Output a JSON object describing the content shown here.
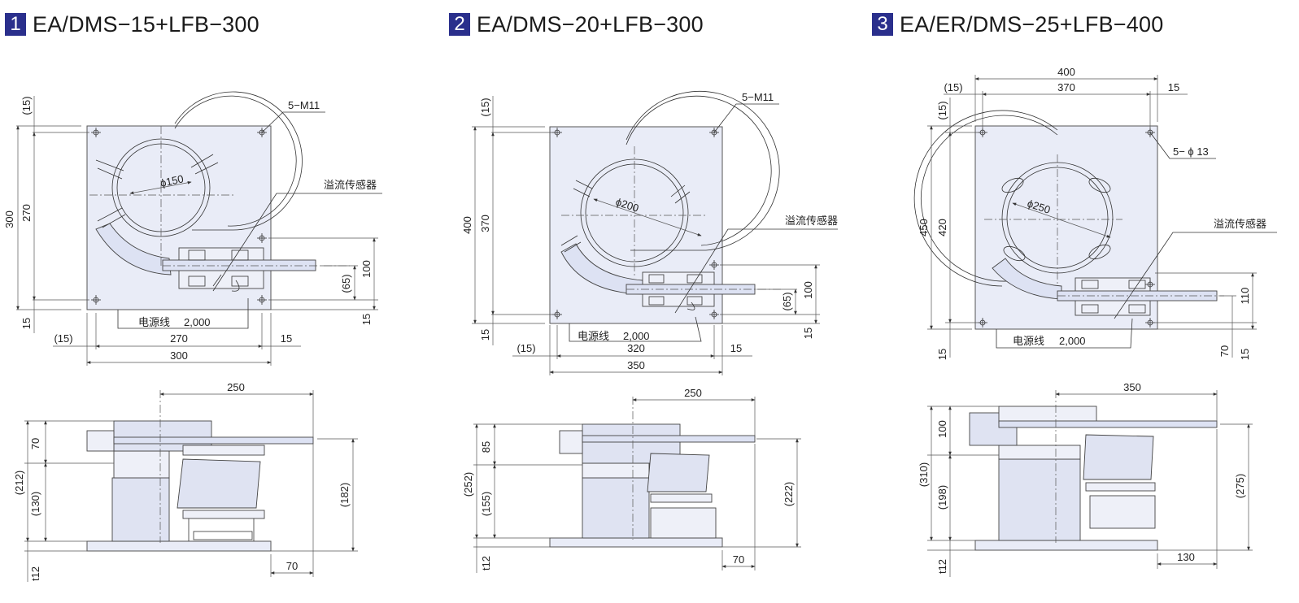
{
  "units": [
    {
      "number": "1",
      "model": "EA/DMS−15+LFB−300",
      "top": {
        "bolt_label": "5−M11",
        "bowl_dia": "ϕ150",
        "sensor_label": "溢流传感器",
        "cable_label": "电源线",
        "cable_len": "2,000",
        "dim_left_outer": "300",
        "dim_left_inner": "270",
        "dim_left_top": "(15)",
        "dim_left_bottom": "15",
        "dim_bottom_offset": "(15)",
        "dim_bottom_inner": "270",
        "dim_bottom_right": "15",
        "dim_bottom_outer": "300",
        "dim_right_100": "100",
        "dim_right_65": "(65)",
        "dim_right_15": "15"
      },
      "side": {
        "dim_top": "250",
        "dim_left_total": "(212)",
        "dim_left_70": "70",
        "dim_left_130": "(130)",
        "dim_left_t12": "t12",
        "dim_right": "(182)",
        "dim_bottom": "70"
      }
    },
    {
      "number": "2",
      "model": "EA/DMS−20+LFB−300",
      "top": {
        "bolt_label": "5−M11",
        "bowl_dia": "ϕ200",
        "sensor_label": "溢流传感器",
        "cable_label": "电源线",
        "cable_len": "2,000",
        "dim_left_outer": "400",
        "dim_left_inner": "370",
        "dim_left_top": "(15)",
        "dim_left_bottom": "15",
        "dim_bottom_offset": "(15)",
        "dim_bottom_inner": "320",
        "dim_bottom_right": "15",
        "dim_bottom_outer": "350",
        "dim_right_100": "100",
        "dim_right_65": "(65)",
        "dim_right_15": "15"
      },
      "side": {
        "dim_top": "250",
        "dim_left_total": "(252)",
        "dim_left_85": "85",
        "dim_left_155": "(155)",
        "dim_left_t12": "t12",
        "dim_right": "(222)",
        "dim_bottom": "70"
      }
    },
    {
      "number": "3",
      "model": "EA/ER/DMS−25+LFB−400",
      "top": {
        "bolt_label": "5− ϕ 13",
        "bowl_dia": "ϕ250",
        "sensor_label": "溢流传感器",
        "cable_label": "电源线",
        "cable_len": "2,000",
        "dim_top_outer": "400",
        "dim_top_inner": "370",
        "dim_top_left": "(15)",
        "dim_top_right": "15",
        "dim_left_outer": "450",
        "dim_left_inner": "420",
        "dim_left_top": "(15)",
        "dim_left_bottom": "15",
        "dim_right_110": "110",
        "dim_right_70": "70",
        "dim_right_15": "15"
      },
      "side": {
        "dim_top": "350",
        "dim_left_total": "(310)",
        "dim_left_100": "100",
        "dim_left_198": "(198)",
        "dim_left_t12": "t12",
        "dim_right": "(275)",
        "dim_bottom": "130"
      }
    }
  ]
}
